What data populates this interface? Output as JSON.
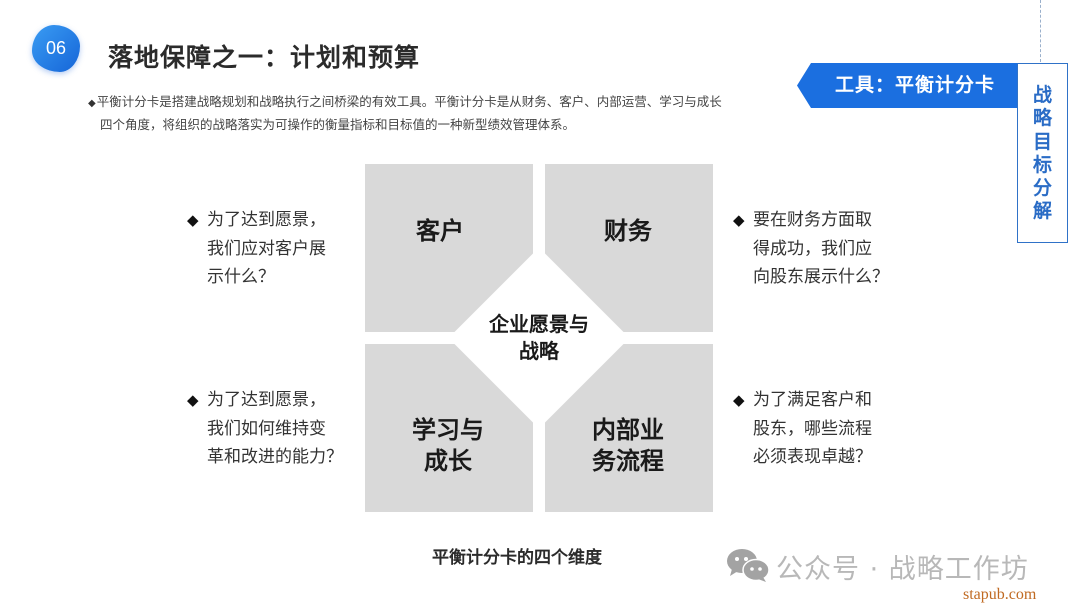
{
  "header": {
    "badge_number": "06",
    "title": "落地保障之一：计划和预算"
  },
  "intro": {
    "bullet": "◆",
    "line1": "平衡计分卡是搭建战略规划和战略执行之间桥梁的有效工具。平衡计分卡是从财务、客户、内部运营、学习与成长",
    "line2": "四个角度，将组织的战略落实为可操作的衡量指标和目标值的一种新型绩效管理体系。"
  },
  "side_panel": {
    "banner_label": "工具：平衡计分卡",
    "banner_color": "#1b6fe0",
    "vertical_label_chars": [
      "战",
      "略",
      "目",
      "标",
      "分",
      "解"
    ],
    "vertical_label_color": "#2a6cc6"
  },
  "diagram": {
    "quadrant_color": "#d9d9d9",
    "quadrants": {
      "top_left": [
        "客户"
      ],
      "top_right": [
        "财务"
      ],
      "bottom_left": [
        "学习与",
        "成长"
      ],
      "bottom_right": [
        "内部业",
        "务流程"
      ]
    },
    "center": [
      "企业愿景与",
      "战略"
    ],
    "caption": "平衡计分卡的四个维度"
  },
  "questions": {
    "bullet": "◆",
    "customer": [
      "为了达到愿景，",
      "我们应对客户展",
      "示什么？"
    ],
    "finance": [
      "要在财务方面取",
      "得成功，我们应",
      "向股东展示什么？"
    ],
    "learning": [
      "为了达到愿景，",
      "我们如何维持变",
      "革和改进的能力？"
    ],
    "process": [
      "为了满足客户和",
      "股东，哪些流程",
      "必须表现卓越？"
    ]
  },
  "watermark": {
    "icon": "wechat-icon",
    "text": "公众号 · 战略工作坊",
    "site": "stapub.com"
  }
}
